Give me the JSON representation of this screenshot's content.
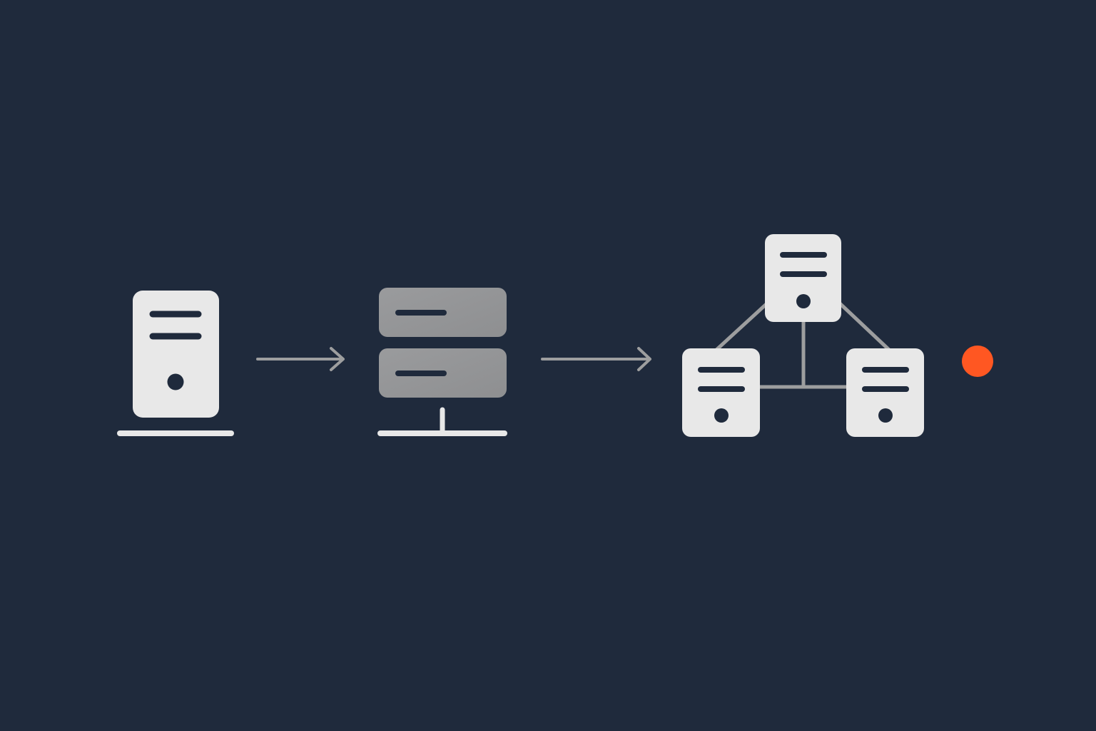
{
  "colors": {
    "background": "#1F2A3C",
    "server_light": "#E8E8E8",
    "server_gray": "#9A9B9D",
    "server_gray_dark": "#8E8F91",
    "line": "#9D9E9F",
    "server_detail": "#1F2A3C",
    "accent": "#FF5722"
  },
  "diagram": {
    "nodes": [
      {
        "id": "single-server",
        "icon": "tower-server-icon"
      },
      {
        "id": "rack-server",
        "icon": "server-rack-icon"
      },
      {
        "id": "distributed-cluster",
        "icon": "server-cluster-icon"
      },
      {
        "id": "status-dot",
        "icon": "status-dot"
      }
    ],
    "edges": [
      {
        "from": "single-server",
        "to": "rack-server",
        "type": "arrow"
      },
      {
        "from": "rack-server",
        "to": "distributed-cluster",
        "type": "arrow"
      }
    ]
  }
}
